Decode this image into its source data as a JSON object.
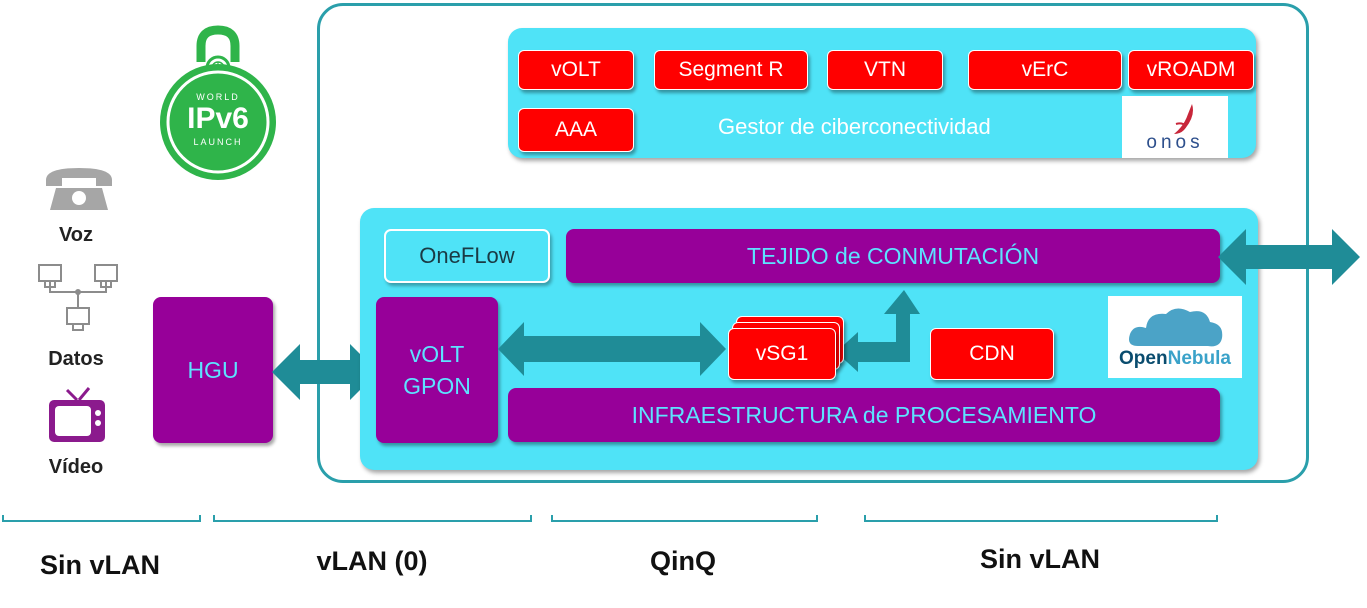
{
  "ipv6_logo": {
    "line1": "WORLD",
    "main": "IPv6",
    "line3": "LAUNCH"
  },
  "services": [
    {
      "label": "Voz",
      "icon": "telephone-icon"
    },
    {
      "label": "Datos",
      "icon": "network-icon"
    },
    {
      "label": "Vídeo",
      "icon": "tv-icon"
    }
  ],
  "hgu": "HGU",
  "manager": {
    "title": "Gestor de ciberconectividad",
    "modules": [
      "vOLT",
      "Segment R",
      "VTN",
      "vErC",
      "vROADM",
      "AAA"
    ],
    "logo": "onos"
  },
  "infra": {
    "oneflow": "OneFLow",
    "switching": "TEJIDO de CONMUTACIÓN",
    "volt_line1": "vOLT",
    "volt_line2": "GPON",
    "vsg": "vSG1",
    "cdn": "CDN",
    "processing": "INFRAESTRUCTURA de PROCESAMIENTO",
    "logo_open": "Open",
    "logo_nebula": "Nebula"
  },
  "segments": [
    "Sin vLAN",
    "vLAN (0)",
    "QinQ",
    "Sin vLAN"
  ],
  "colors": {
    "teal": "#2a9fab",
    "cyan": "#4fe3f7",
    "red": "#ff0000",
    "purple": "#970099",
    "arrow": "#1f8c97",
    "ipv6_green": "#2fb44a"
  }
}
